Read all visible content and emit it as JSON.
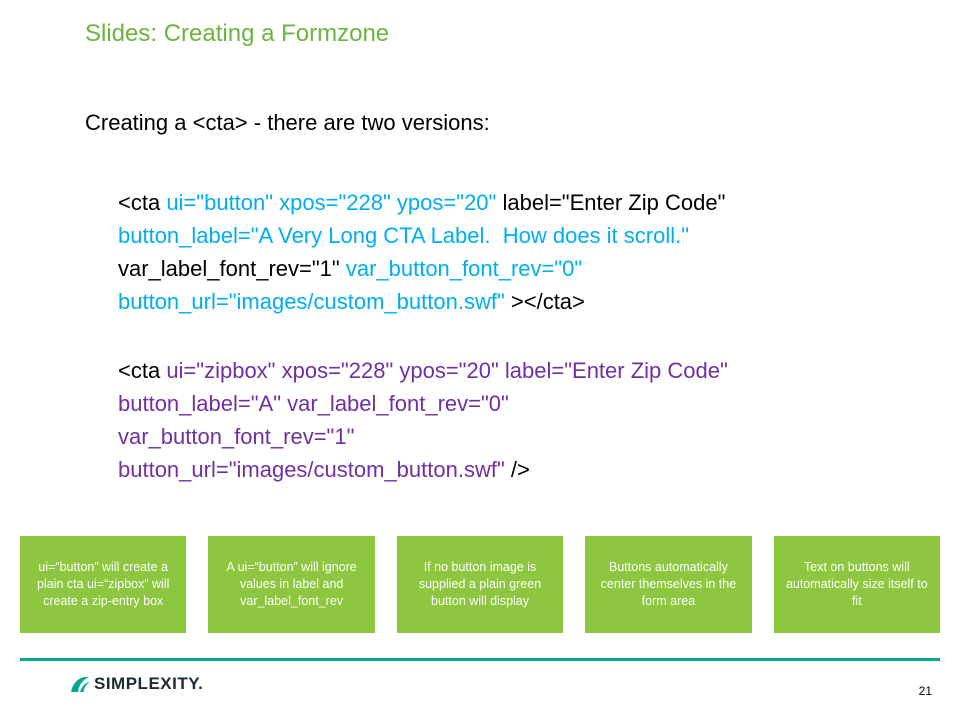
{
  "title": "Slides: Creating a Formzone",
  "intro": "Creating a <cta> - there are two versions:",
  "colors": {
    "title_green": "#6CB33F",
    "code_plain": "#000000",
    "code_cyan": "#00AEEF",
    "code_purple": "#7030A0",
    "box_green": "#8DC63F",
    "footer_teal": "#00A88E",
    "logo_navy": "#1C2B33"
  },
  "code_blocks": [
    {
      "accent_key": "code_cyan",
      "lines": [
        [
          {
            "t": "<cta ",
            "c": "plain"
          },
          {
            "t": "ui=\"button\" xpos=\"228\" ypos=\"20\" ",
            "c": "accent"
          },
          {
            "t": "label=\"Enter Zip Code\"",
            "c": "plain"
          }
        ],
        [
          {
            "t": "button_label=\"A Very Long CTA Label.  How does it scroll.\"",
            "c": "accent"
          }
        ],
        [
          {
            "t": "var_label_font_rev=\"1\" ",
            "c": "plain"
          },
          {
            "t": "var_button_font_rev=\"0\"",
            "c": "accent"
          }
        ],
        [
          {
            "t": "button_url=\"images/custom_button.swf\" ",
            "c": "accent"
          },
          {
            "t": "></cta>",
            "c": "plain"
          }
        ]
      ]
    },
    {
      "accent_key": "code_purple",
      "lines": [
        [
          {
            "t": "<cta ",
            "c": "plain"
          },
          {
            "t": "ui=\"zipbox\" xpos=\"228\" ypos=\"20\" label=\"Enter Zip Code\"",
            "c": "accent"
          }
        ],
        [
          {
            "t": "button_label=\"A\" var_label_font_rev=\"0\"",
            "c": "accent"
          }
        ],
        [
          {
            "t": "var_button_font_rev=\"1\"",
            "c": "accent"
          }
        ],
        [
          {
            "t": "button_url=\"images/custom_button.swf\" ",
            "c": "accent"
          },
          {
            "t": "/>",
            "c": "plain"
          }
        ]
      ]
    }
  ],
  "callouts": [
    "ui=“button” will create a plain cta ui=“zipbox” will create a zip-entry box",
    "A ui=“button” will ignore values in label and var_label_font_rev",
    "If no button image is supplied a plain green button will display",
    "Buttons automatically center themselves in the form area",
    "Text on buttons will automatically size itself to fit"
  ],
  "footer": {
    "logo_text": "SIMPLEXITY.",
    "page_number": "21"
  }
}
